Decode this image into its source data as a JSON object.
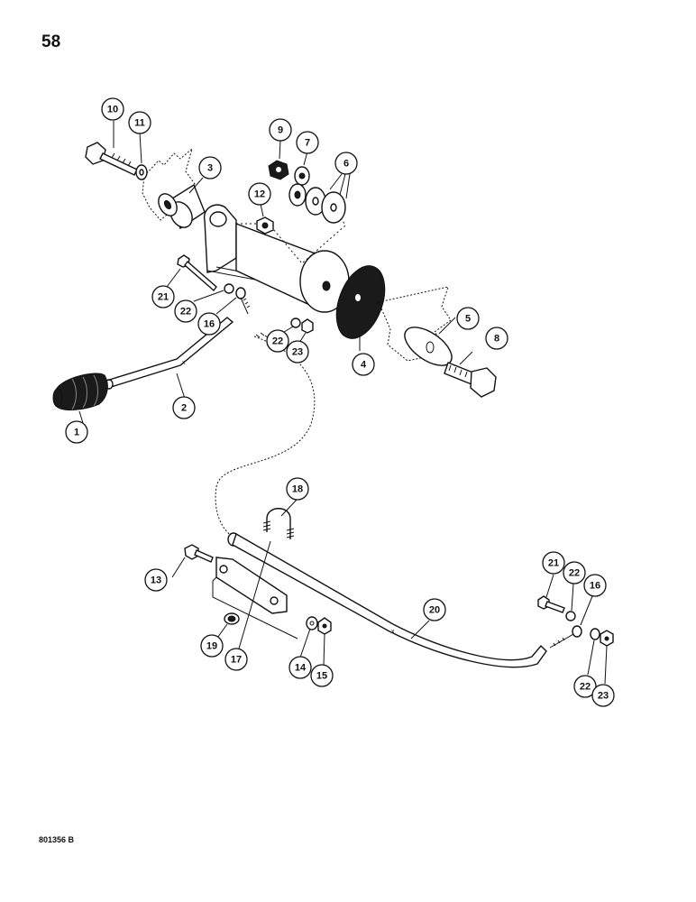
{
  "page": {
    "number": "58",
    "figure_code": "801356 B"
  },
  "callouts": [
    {
      "label": "1"
    },
    {
      "label": "2"
    },
    {
      "label": "3"
    },
    {
      "label": "4"
    },
    {
      "label": "5"
    },
    {
      "label": "6"
    },
    {
      "label": "7"
    },
    {
      "label": "8"
    },
    {
      "label": "9"
    },
    {
      "label": "10"
    },
    {
      "label": "11"
    },
    {
      "label": "12"
    },
    {
      "label": "13"
    },
    {
      "label": "14"
    },
    {
      "label": "15"
    },
    {
      "label": "16"
    },
    {
      "label": "17"
    },
    {
      "label": "18"
    },
    {
      "label": "19"
    },
    {
      "label": "20"
    },
    {
      "label": "21"
    },
    {
      "label": "22"
    },
    {
      "label": "23"
    },
    {
      "label": "21"
    },
    {
      "label": "22"
    },
    {
      "label": "16"
    },
    {
      "label": "22"
    },
    {
      "label": "23"
    },
    {
      "label": "16"
    },
    {
      "label": "22"
    },
    {
      "label": "23"
    }
  ],
  "colors": {
    "ink": "#111111",
    "paper": "#ffffff"
  }
}
